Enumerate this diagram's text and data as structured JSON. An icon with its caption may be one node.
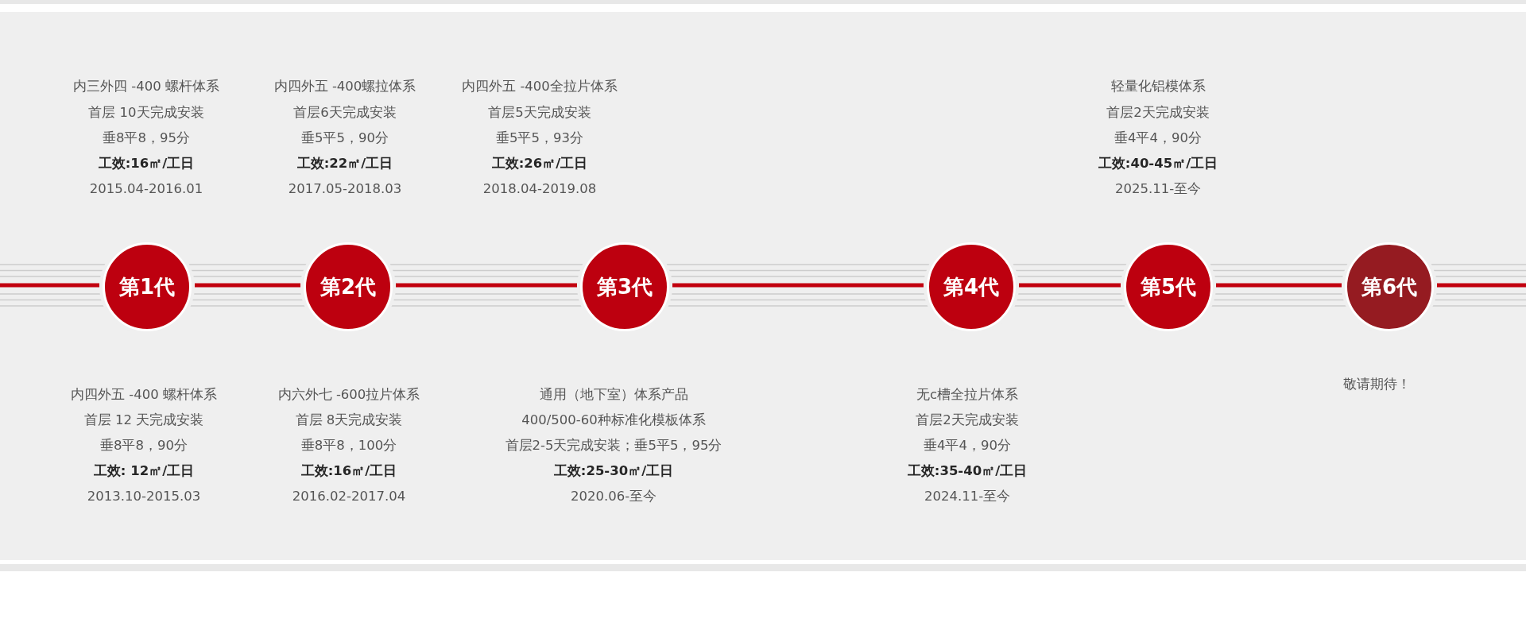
{
  "diagram": {
    "nodes": [
      {
        "text": [
          "第1代"
        ],
        "beside": [
          "内三外四 -400 螺杆体系",
          "首层 10天完成安装",
          "垂8平8，95分",
          "工效:16㎡/工日",
          "2015.04-2016.01",
          "内四外五 -400 螺杆体系",
          "首层 12 天完成安装",
          "垂8平8，90分",
          "工效: 12㎡/工日",
          "2013.10-2015.03"
        ]
      },
      {
        "text": [
          "第2代"
        ],
        "beside": [
          "内四外五 -400螺拉体系",
          "首层6天完成安装",
          "垂5平5，90分",
          "工效:22㎡/工日",
          "2017.05-2018.03",
          "内六外七 -600拉片体系",
          "首层 8天完成安装",
          "垂8平8，100分",
          "工效:16㎡/工日",
          "2016.02-2017.04"
        ]
      },
      {
        "text": [
          "第3代"
        ],
        "beside": [
          "内四外五 -400全拉片体系",
          "首层5天完成安装",
          "垂5平5，93分",
          "工效:26㎡/工日",
          "2018.04-2019.08",
          "通用（地下室）体系产品",
          "400/500-60种标准化模板体系",
          "首层2-5天完成安装；垂5平5，95分",
          "工效:25-30㎡/工日",
          "2020.06-至今"
        ]
      },
      {
        "text": [
          "第4代"
        ],
        "beside": [
          "无c槽全拉片体系",
          "首层2天完成安装",
          "垂4平4，90分",
          "工效:35-40㎡/工日",
          "2024.11-至今"
        ]
      },
      {
        "text": [
          "第5代"
        ],
        "beside": [
          "轻量化铝模体系",
          "首层2天完成安装",
          "垂4平4，90分",
          "工效:40-45㎡/工日",
          "2025.11-至今"
        ]
      },
      {
        "text": [
          "第6代"
        ],
        "beside": [
          "敬请期待！"
        ]
      }
    ],
    "edges": [
      {
        "from": 0,
        "to": 1,
        "arrow": "none"
      },
      {
        "from": 1,
        "to": 2,
        "arrow": "none"
      },
      {
        "from": 2,
        "to": 3,
        "arrow": "none"
      },
      {
        "from": 3,
        "to": 4,
        "arrow": "none"
      },
      {
        "from": 4,
        "to": 5,
        "arrow": "none"
      }
    ]
  }
}
